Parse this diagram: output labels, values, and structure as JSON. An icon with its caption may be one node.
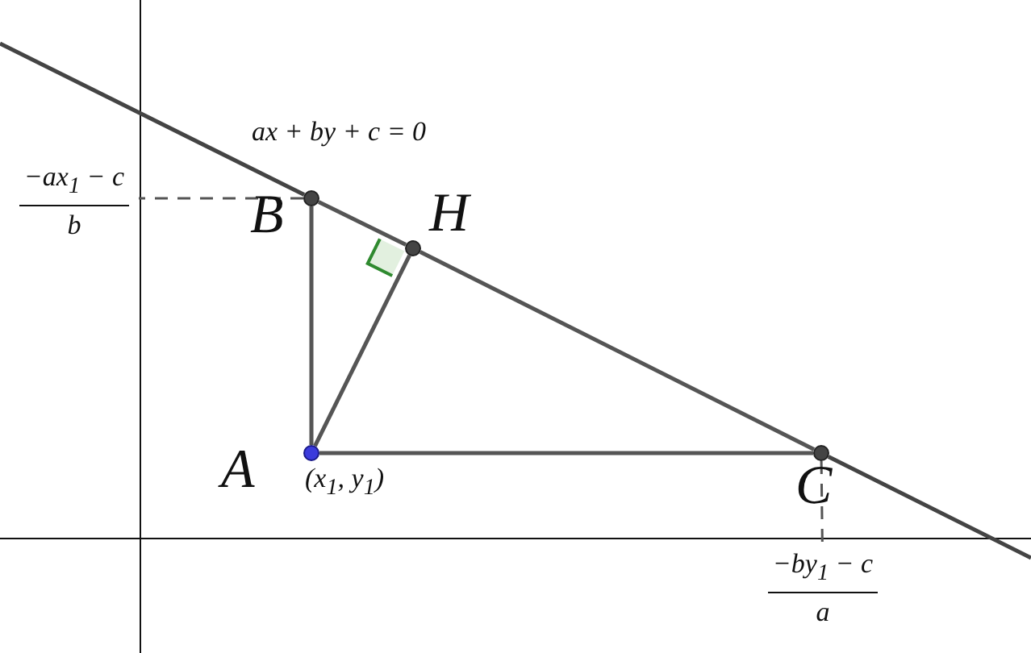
{
  "diagram": {
    "nodes": [
      {
        "text": [
          "−ax$_{1}$ − c",
          "b"
        ]
      },
      {
        "text": [
          "B"
        ]
      },
      {
        "text": [
          "H"
        ]
      },
      {
        "text": [
          "A"
        ],
        "beside": [
          "(x$_{1}$, y$_{1}$)"
        ]
      },
      {
        "text": [
          "C"
        ]
      },
      {
        "text": [
          "−by$_{1}$ − c",
          "a"
        ]
      }
    ],
    "edges": [
      {
        "from": 1,
        "to": 2,
        "arrow": "none"
      },
      {
        "from": 2,
        "to": 4,
        "arrow": "none"
      },
      {
        "from": 3,
        "to": 1,
        "arrow": "none"
      },
      {
        "from": 3,
        "to": 2,
        "arrow": "none"
      },
      {
        "from": 3,
        "to": 4,
        "arrow": "none"
      },
      {
        "from": 1,
        "to": 0,
        "arrow": "none",
        "style": "dashed"
      },
      {
        "from": 4,
        "to": 5,
        "arrow": "none",
        "style": "dashed"
      }
    ],
    "labels": [
      "ax + by + c = 0"
    ]
  }
}
